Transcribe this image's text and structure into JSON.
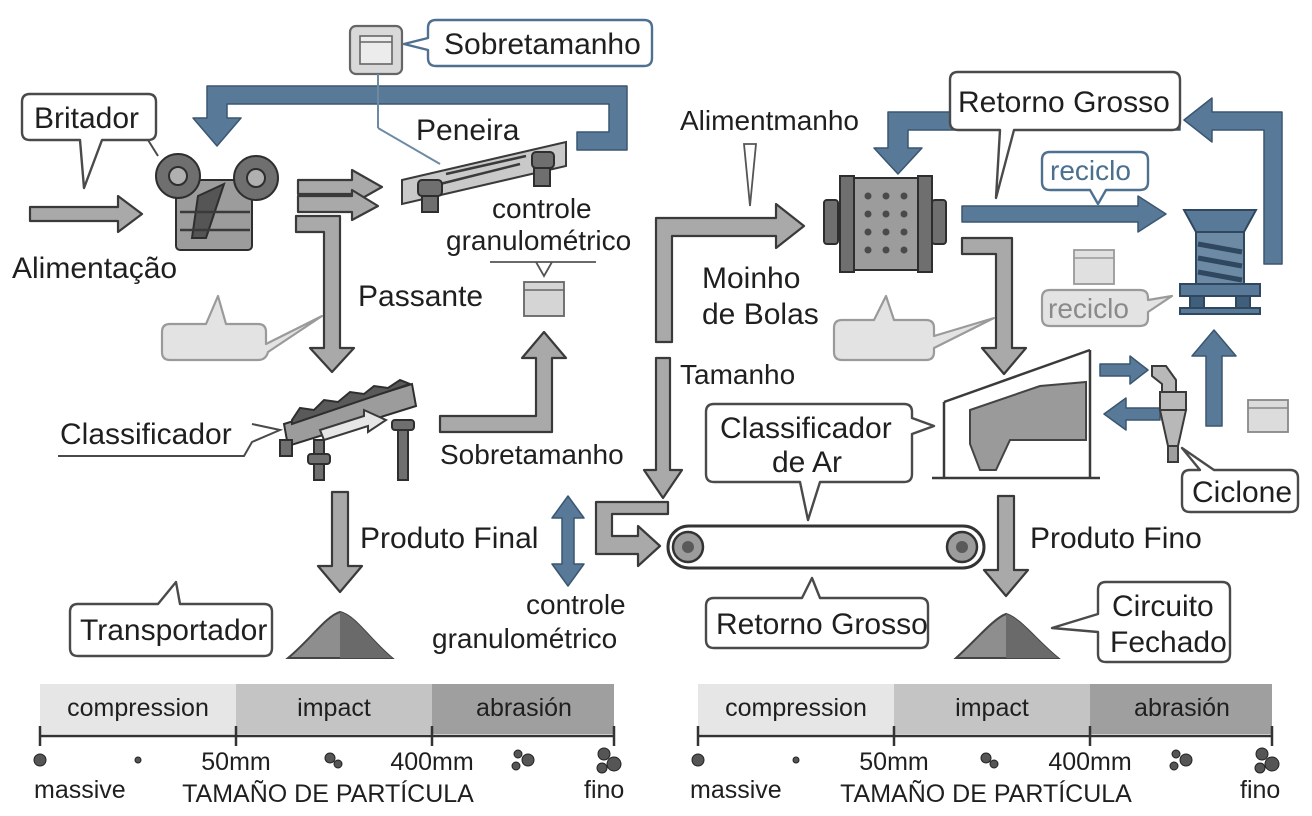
{
  "labels": {
    "sobretamanho_top": "Sobretamanho",
    "britador": "Britador",
    "peneira": "Peneira",
    "alimentacao": "Alimentação",
    "controle_top_1": "controle",
    "controle_top_2": "granulométrico",
    "passante": "Passante",
    "classificador": "Classificador",
    "sobretamanho_mid": "Sobretamanho",
    "produto_final": "Produto Final",
    "transportador": "Transportador",
    "controle_bottom_1": "controle",
    "controle_bottom_2": "granulométrico",
    "alimentmanho": "Alimentmanho",
    "retorno_grosso_top": "Retorno Grosso",
    "reciclo_blue": "reciclo",
    "reciclo_grey": "reciclo",
    "moinho_1": "Moinho",
    "moinho_2": "de Bolas",
    "tamanho": "Tamanho",
    "classificador_ar_1": "Classificador",
    "classificador_ar_2": "de Ar",
    "ciclone": "Ciclone",
    "produto_fino": "Produto Fino",
    "retorno_grosso_bottom": "Retorno Grosso",
    "circuito_1": "Circuito",
    "circuito_2": "Fechado"
  },
  "scales": [
    {
      "bands": [
        "compression",
        "impact",
        "abrasión"
      ],
      "ticks": [
        "50mm",
        "400mm"
      ],
      "left_end": "massive",
      "right_end": "fino",
      "axis_title": "TAMAÑO DE PARTÍCULA"
    },
    {
      "bands": [
        "compression",
        "impact",
        "abrasión"
      ],
      "ticks": [
        "50mm",
        "400mm"
      ],
      "left_end": "massive",
      "right_end": "fino",
      "axis_title": "TAMAÑO DE PARTÍCULA"
    }
  ],
  "colors": {
    "flow_gray": "#a9a9a9",
    "flow_blue": "#587a98",
    "band_light": "#e6e6e6",
    "band_mid": "#c4c4c4",
    "band_dark": "#9f9f9f"
  }
}
